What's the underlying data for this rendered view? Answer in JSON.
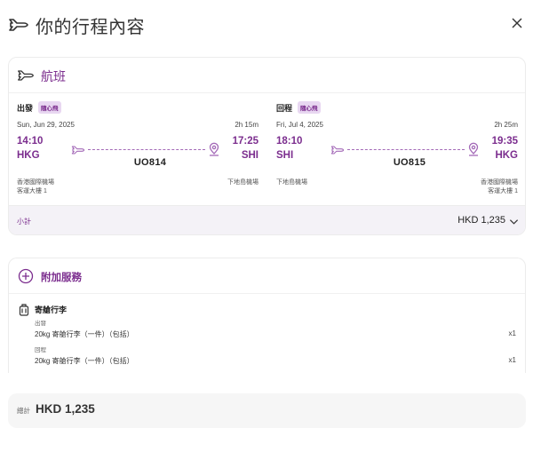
{
  "header": {
    "title": "你的行程內容",
    "icon": "airplane-icon",
    "close_icon": "close-icon"
  },
  "flights": {
    "section_title": "航班",
    "icon": "airplane-icon",
    "legs": [
      {
        "direction": "出發",
        "badge": "隨心飛",
        "date": "Sun, Jun 29, 2025",
        "duration": "2h 15m",
        "dep_time": "14:10",
        "dep_code": "HKG",
        "arr_time": "17:25",
        "arr_code": "SHI",
        "flight_no": "UO814",
        "dep_airport": "香港國際機場",
        "dep_terminal": "客運大樓 1",
        "arr_airport": "下地島機場",
        "arr_terminal": ""
      },
      {
        "direction": "回程",
        "badge": "隨心飛",
        "date": "Fri, Jul 4, 2025",
        "duration": "2h 25m",
        "dep_time": "18:10",
        "dep_code": "SHI",
        "arr_time": "19:35",
        "arr_code": "HKG",
        "flight_no": "UO815",
        "dep_airport": "下地島機場",
        "dep_terminal": "",
        "arr_airport": "香港國際機場",
        "arr_terminal": "客運大樓 1"
      }
    ],
    "subtotal_label": "小計",
    "subtotal_amount": "HKD 1,235"
  },
  "addons": {
    "section_title": "附加服務",
    "icon": "plus-circle-icon",
    "items": [
      {
        "name": "寄艙行李",
        "icon": "luggage-icon",
        "entries": [
          {
            "direction": "出發",
            "desc": "20kg 寄艙行李（一件）（包括）",
            "qty": "x1"
          },
          {
            "direction": "回程",
            "desc": "20kg 寄艙行李（一件）（包括）",
            "qty": "x1"
          }
        ]
      }
    ]
  },
  "total": {
    "label": "總計",
    "amount": "HKD 1,235"
  },
  "colors": {
    "accent": "#7b2d8e",
    "badge_bg": "#e8d7f1",
    "subtotal_bg": "#f4f2f7",
    "total_bg": "#f6f6f6"
  }
}
